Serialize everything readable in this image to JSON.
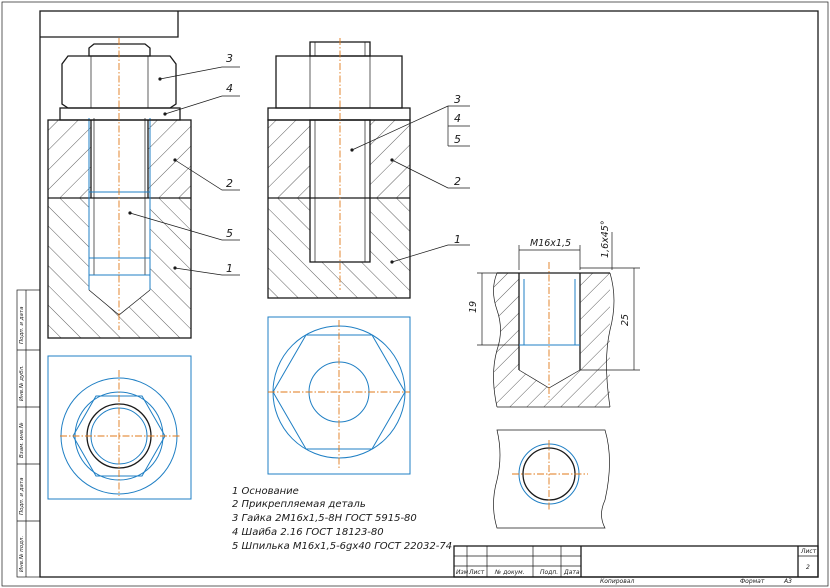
{
  "callouts": {
    "view1": [
      "3",
      "4",
      "2",
      "5",
      "1"
    ],
    "view2": [
      "3",
      "4",
      "5",
      "2",
      "1"
    ]
  },
  "dimensions": {
    "thread": "M16x1,5",
    "chamfer": "1,6x45°",
    "depth_thread": "19",
    "depth_hole": "25"
  },
  "parts_list": [
    "1 Основание",
    "2 Прикрепляемая деталь",
    "3 Гайка 2М16х1,5-8Н ГОСТ 5915-80",
    "4 Шайба 2.16 ГОСТ 18123-80",
    "5 Шпилька М16х1,5-6gх40 ГОСТ 22032-74"
  ],
  "side_stamp": [
    "Подп. и дата",
    "Инв.№ дубл.",
    "Взам. инв.№",
    "Подп. и дата",
    "Инв.№ подл."
  ],
  "title_block": {
    "sheet_label": "Лист",
    "sheet_number": "2",
    "columns": [
      "Изм",
      "Лист",
      "№ докум.",
      "Подп.",
      "Дата"
    ],
    "copied": "Копировал",
    "format": "Формат",
    "format_value": "А3"
  }
}
